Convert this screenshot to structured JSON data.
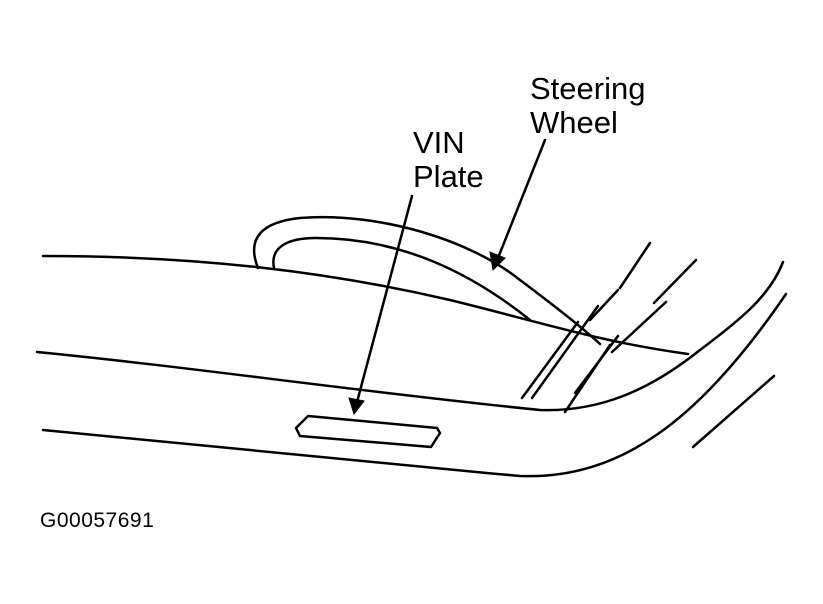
{
  "labels": {
    "steering_wheel": {
      "line1": "Steering",
      "line2": "Wheel"
    },
    "vin_plate": {
      "line1": "VIN",
      "line2": "Plate"
    }
  },
  "figure_id": "G00057691",
  "colors": {
    "ink": "#000000",
    "background": "#ffffff"
  }
}
